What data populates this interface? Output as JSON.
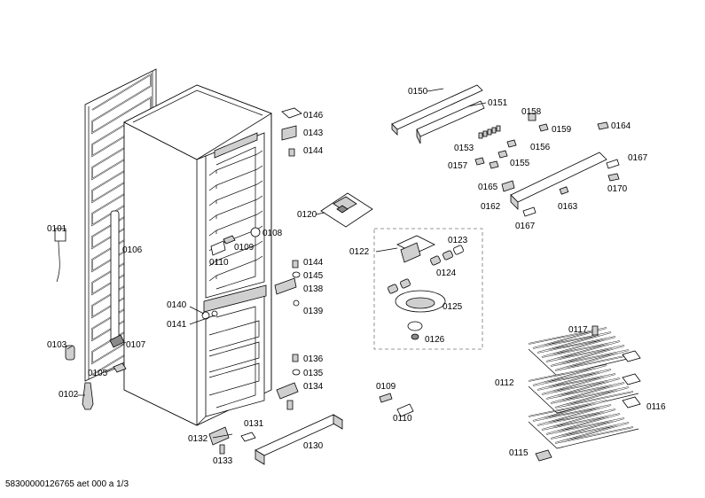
{
  "footer": {
    "document_id": "58300000126765 aet 000 a 1/3"
  },
  "labels": {
    "p0101": "0101",
    "p0102": "0102",
    "p0103": "0103",
    "p0105": "0105",
    "p0106": "0106",
    "p0107": "0107",
    "p0108": "0108",
    "p0109a": "0109",
    "p0110a": "0110",
    "p0109b": "0109",
    "p0110b": "0110",
    "p0112": "0112",
    "p0115": "0115",
    "p0116": "0116",
    "p0117": "0117",
    "p0120": "0120",
    "p0122": "0122",
    "p0123": "0123",
    "p0124": "0124",
    "p0125": "0125",
    "p0126": "0126",
    "p0130": "0130",
    "p0131": "0131",
    "p0132": "0132",
    "p0133": "0133",
    "p0134": "0134",
    "p0135": "0135",
    "p0136": "0136",
    "p0138": "0138",
    "p0139": "0139",
    "p0140": "0140",
    "p0141": "0141",
    "p0143": "0143",
    "p0144a": "0144",
    "p0144b": "0144",
    "p0145": "0145",
    "p0146": "0146",
    "p0150": "0150",
    "p0151": "0151",
    "p0153": "0153",
    "p0155": "0155",
    "p0156": "0156",
    "p0157": "0157",
    "p0158": "0158",
    "p0159": "0159",
    "p0162": "0162",
    "p0163": "0163",
    "p0164": "0164",
    "p0165": "0165",
    "p0167a": "0167",
    "p0167b": "0167",
    "p0170": "0170"
  }
}
